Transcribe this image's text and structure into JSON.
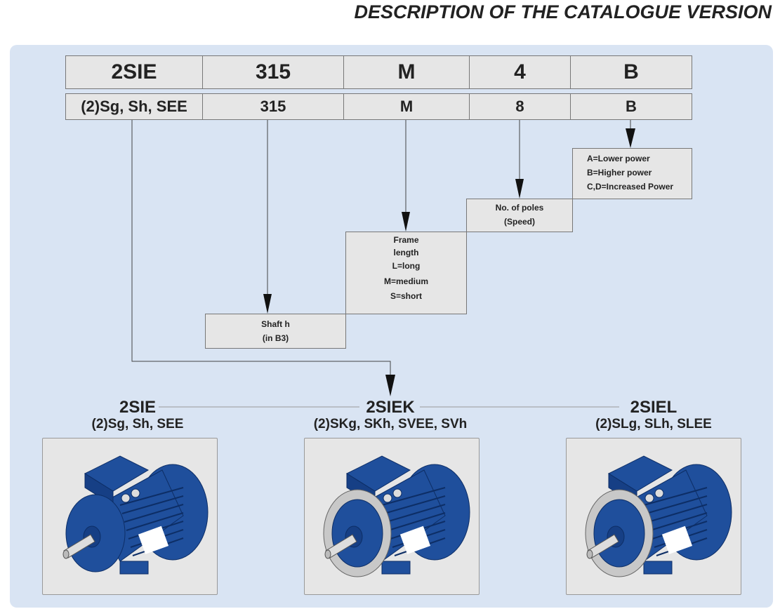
{
  "title": "DESCRIPTION OF THE CATALOGUE VERSION",
  "code_row": [
    "2SIE",
    "315",
    "M",
    "4",
    "B"
  ],
  "alt_row": [
    "(2)Sg, Sh, SEE",
    "315",
    "M",
    "8",
    "B"
  ],
  "power_box": [
    "A=Lower power",
    "B=Higher power",
    "C,D=Increased Power"
  ],
  "poles_box": [
    "No. of poles",
    "(Speed)"
  ],
  "frame_box": [
    "Frame",
    "length",
    "L=long",
    "M=medium",
    "S=short"
  ],
  "shaft_box": [
    "Shaft  h",
    "(in B3)"
  ],
  "versions": [
    {
      "name": "2SIE",
      "alt": "(2)Sg, Sh, SEE",
      "flange": false
    },
    {
      "name": "2SIEK",
      "alt": "(2)SKg, SKh, SVEE, SVh",
      "flange": true
    },
    {
      "name": "2SIEL",
      "alt": "(2)SLg, SLh, SLEE",
      "flange": true
    }
  ],
  "colors": {
    "panel": "#d9e4f3",
    "cell": "#e6e6e6",
    "motor": "#1f4f9c"
  }
}
